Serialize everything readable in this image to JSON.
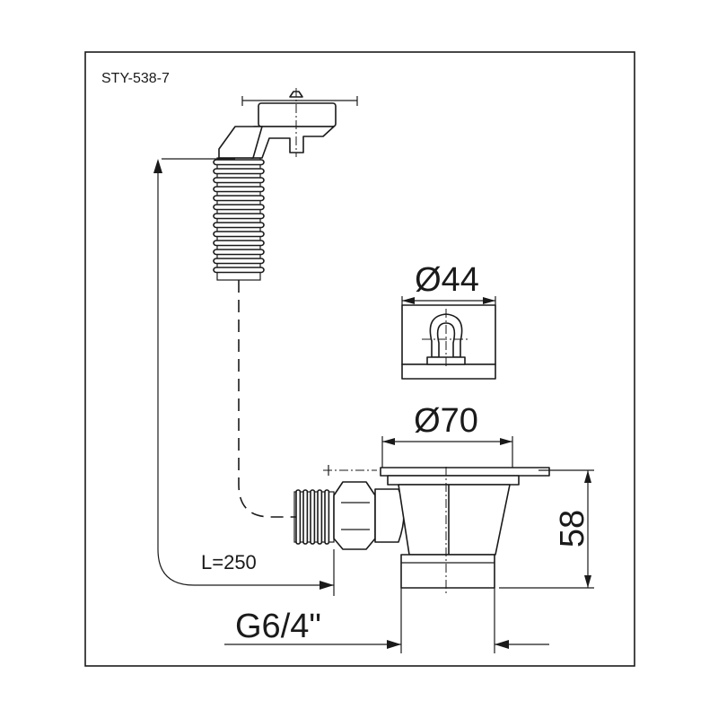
{
  "model": "STY-538-7",
  "dimensions": {
    "overflow_diameter": "Ø44",
    "drain_diameter": "Ø70",
    "drain_height": "58",
    "hose_length": "L=250",
    "thread": "G6/4\""
  },
  "colors": {
    "line": "#1a1a1a",
    "background": "#ffffff"
  }
}
